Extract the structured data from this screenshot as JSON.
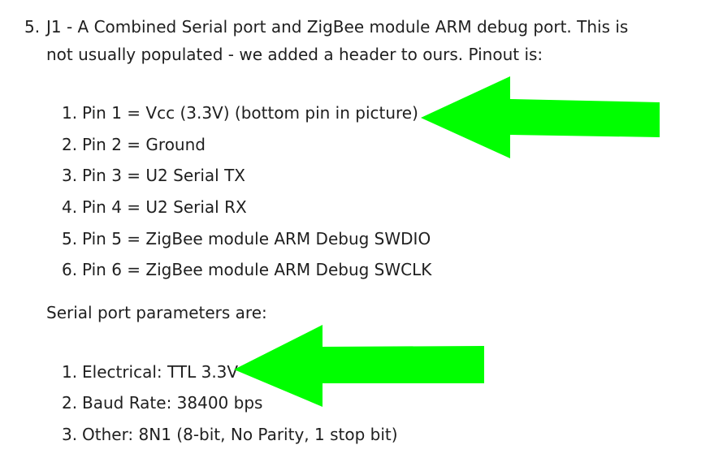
{
  "item": {
    "number": "5.",
    "text_line1": "J1 - A Combined Serial port and ZigBee module ARM debug port. This is",
    "text_line2": "not usually populated - we added a header to ours. Pinout is:"
  },
  "pinout": [
    {
      "number": "1.",
      "text": "Pin 1 = Vcc (3.3V) (bottom pin in picture)"
    },
    {
      "number": "2.",
      "text": "Pin 2 = Ground"
    },
    {
      "number": "3.",
      "text": "Pin 3 = U2 Serial TX"
    },
    {
      "number": "4.",
      "text": "Pin 4 = U2 Serial RX"
    },
    {
      "number": "5.",
      "text": "Pin 5 = ZigBee module ARM Debug SWDIO"
    },
    {
      "number": "6.",
      "text": "Pin 6 = ZigBee module ARM Debug SWCLK"
    }
  ],
  "serial_heading": "Serial port parameters are:",
  "serial_params": [
    {
      "number": "1.",
      "text": "Electrical: TTL 3.3V"
    },
    {
      "number": "2.",
      "text": "Baud Rate: 38400 bps"
    },
    {
      "number": "3.",
      "text": "Other: 8N1 (8-bit, No Parity, 1 stop bit)"
    }
  ],
  "colors": {
    "text": "#1f1f1f",
    "arrow": "#00ff00"
  },
  "annotations": [
    {
      "icon": "green-arrow-icon",
      "target": "Pin 1 = Vcc (3.3V) (bottom pin in picture)"
    },
    {
      "icon": "green-arrow-icon",
      "target": "Electrical: TTL 3.3V"
    }
  ]
}
